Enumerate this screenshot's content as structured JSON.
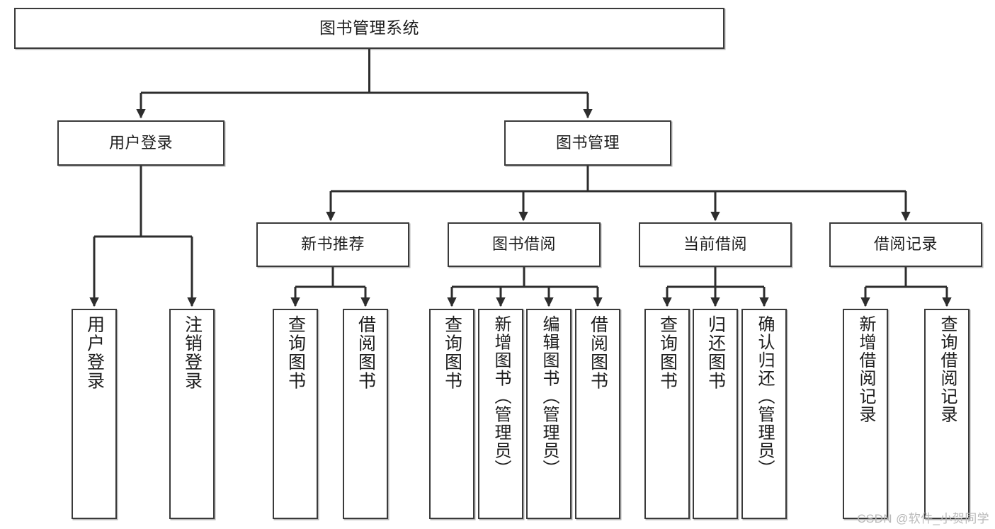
{
  "diagram": {
    "title": "图书管理系统",
    "type": "tree",
    "orientation": "top-down",
    "colors": {
      "box_border": "#3a3a3a",
      "box_fill": "#ffffff",
      "edge": "#2d2d2d",
      "text": "#1d1d1d",
      "watermark": "#b9b9b9"
    },
    "root": {
      "label": "图书管理系统"
    },
    "level2": [
      {
        "label": "用户登录"
      },
      {
        "label": "图书管理"
      }
    ],
    "level3": [
      {
        "label": "新书推荐"
      },
      {
        "label": "图书借阅"
      },
      {
        "label": "当前借阅"
      },
      {
        "label": "借阅记录"
      }
    ],
    "leaves": {
      "user_login": [
        {
          "label": "用户登录"
        },
        {
          "label": "注销登录"
        }
      ],
      "new_book_recommend": [
        {
          "label": "查询图书"
        },
        {
          "label": "借阅图书"
        }
      ],
      "book_borrow": [
        {
          "label": "查询图书"
        },
        {
          "label": "新增图书（管理员）"
        },
        {
          "label": "编辑图书（管理员）"
        },
        {
          "label": "借阅图书"
        }
      ],
      "current_borrow": [
        {
          "label": "查询图书"
        },
        {
          "label": "归还图书"
        },
        {
          "label": "确认归还（管理员）"
        }
      ],
      "borrow_records": [
        {
          "label": "新增借阅记录"
        },
        {
          "label": "查询借阅记录"
        }
      ]
    }
  },
  "watermark": {
    "text": "CSDN @软件_小贺同学"
  }
}
